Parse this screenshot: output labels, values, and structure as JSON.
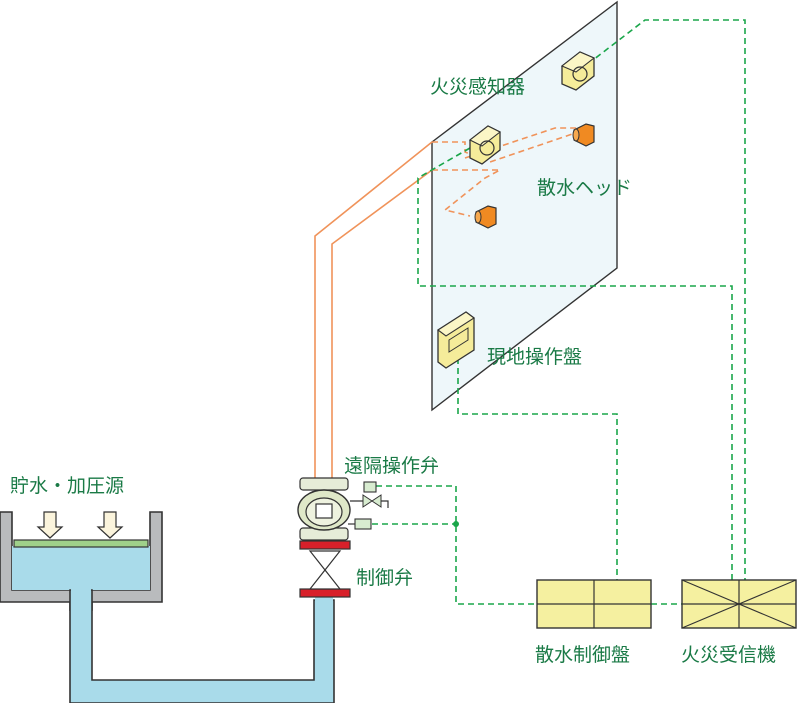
{
  "labels": {
    "water_source": "貯水・加圧源",
    "fire_detector": "火災感知器",
    "sprinkler_head": "散水ヘッド",
    "local_panel": "現地操作盤",
    "remote_valve": "遠隔操作弁",
    "control_valve": "制御弁",
    "sprinkler_control_panel": "散水制御盤",
    "fire_receiver": "火災受信機"
  },
  "colors": {
    "signal_line": "#1aa64a",
    "water_line": "#f0935a",
    "label_text": "#1a7a46",
    "water": "#a9dbea",
    "equipment_box": "#f5f0a0",
    "valve_flange": "#d8202a"
  }
}
